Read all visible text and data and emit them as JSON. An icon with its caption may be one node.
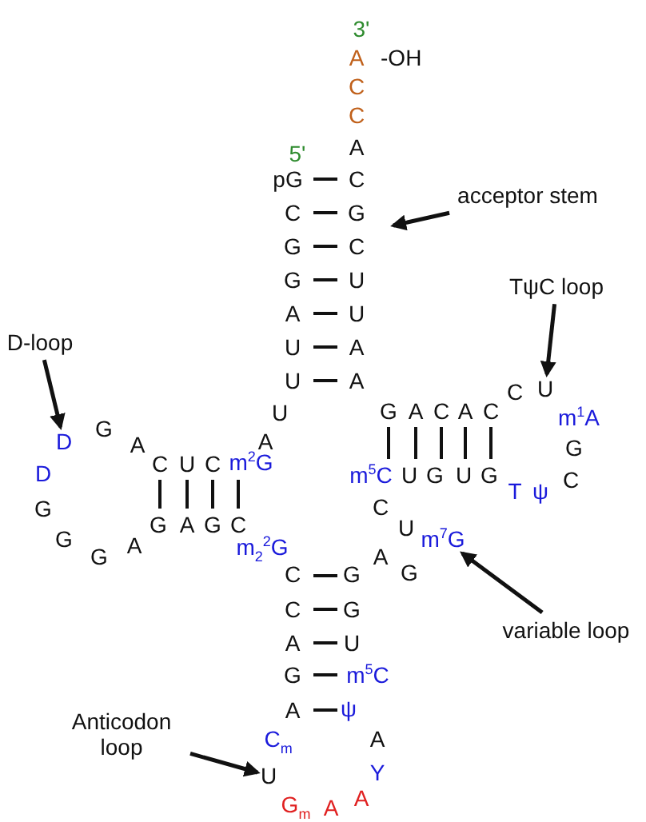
{
  "diagram": {
    "nodes": [
      {
        "text": [
          "acceptor stem"
        ]
      },
      {
        "text": [
          "TψC loop"
        ]
      },
      {
        "text": [
          "D-loop"
        ]
      },
      {
        "text": [
          "variable loop"
        ]
      },
      {
        "text": [
          "Anticodon loop"
        ]
      },
      {
        "text": [
          "U"
        ]
      },
      {
        "text": [
          "D"
        ]
      },
      {
        "text": [
          "m$^{7}$G"
        ]
      },
      {
        "text": [
          "U"
        ]
      }
    ],
    "edges": [
      {
        "from": 0,
        "to": null,
        "arrow": "to"
      },
      {
        "from": 1,
        "to": 5,
        "arrow": "to"
      },
      {
        "from": 2,
        "to": 6,
        "arrow": "to"
      },
      {
        "from": 3,
        "to": 7,
        "arrow": "to"
      },
      {
        "from": 4,
        "to": 8,
        "arrow": "to"
      }
    ],
    "labels": [
      "3'",
      "A",
      "-OH",
      "C",
      "C",
      "5'",
      "A",
      "pG",
      "C",
      "C",
      "G",
      "G",
      "C",
      "G",
      "U",
      "A",
      "U",
      "U",
      "A",
      "U",
      "A",
      "C",
      "U",
      "G",
      "G",
      "A",
      "C",
      "A",
      "C",
      "m$^{1}$A",
      "A",
      "A",
      "G",
      "C",
      "U",
      "C",
      "m$^{2}$G",
      "D",
      "m$^{5}$C",
      "U",
      "G",
      "U",
      "G",
      "C",
      "T",
      "ψ",
      "G",
      "C",
      "G",
      "A",
      "G",
      "C",
      "U",
      "G",
      "A",
      "m$_{2}$$^{2}$G",
      "G",
      "A",
      "C",
      "G",
      "G",
      "C",
      "G",
      "A",
      "U",
      "G",
      "m$^{5}$C",
      "A",
      "ψ",
      "C$_{m}$",
      "A",
      "Y",
      "A",
      "G$_{m}$",
      "A"
    ]
  }
}
